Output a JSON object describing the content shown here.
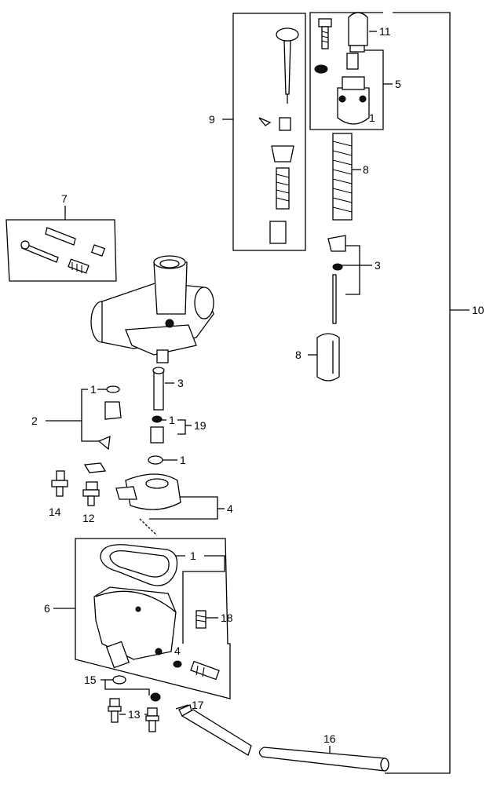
{
  "callouts": [
    {
      "id": "c11",
      "text": "11"
    },
    {
      "id": "c5",
      "text": "5"
    },
    {
      "id": "c1a",
      "text": "1"
    },
    {
      "id": "c9",
      "text": "9"
    },
    {
      "id": "c8a",
      "text": "8"
    },
    {
      "id": "c3a",
      "text": "3"
    },
    {
      "id": "c10",
      "text": "10"
    },
    {
      "id": "c8b",
      "text": "8"
    },
    {
      "id": "c7",
      "text": "7"
    },
    {
      "id": "c3b",
      "text": "3"
    },
    {
      "id": "c1b",
      "text": "1"
    },
    {
      "id": "c2",
      "text": "2"
    },
    {
      "id": "c1c",
      "text": "1"
    },
    {
      "id": "c19",
      "text": "19"
    },
    {
      "id": "c1d",
      "text": "1"
    },
    {
      "id": "c14",
      "text": "14"
    },
    {
      "id": "c12",
      "text": "12"
    },
    {
      "id": "c4a",
      "text": "4"
    },
    {
      "id": "c1e",
      "text": "1"
    },
    {
      "id": "c6",
      "text": "6"
    },
    {
      "id": "c18",
      "text": "18"
    },
    {
      "id": "c4b",
      "text": "4"
    },
    {
      "id": "c15",
      "text": "15"
    },
    {
      "id": "c13",
      "text": "13"
    },
    {
      "id": "c17",
      "text": "17"
    },
    {
      "id": "c16",
      "text": "16"
    }
  ]
}
